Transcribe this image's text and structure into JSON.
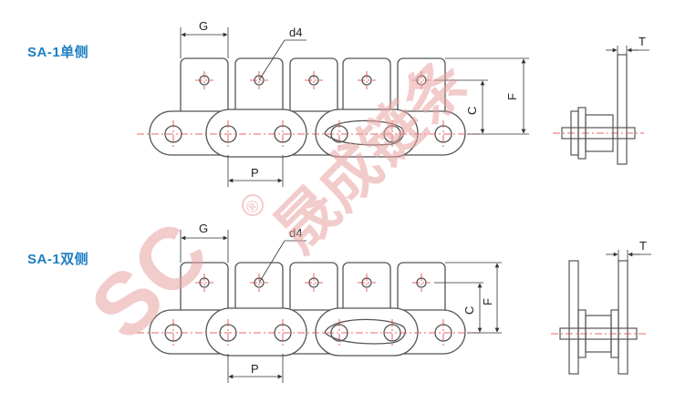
{
  "sections": {
    "single": {
      "title": "SA-1单侧"
    },
    "double": {
      "title": "SA-1双侧"
    }
  },
  "dims": {
    "G": "G",
    "d4": "d4",
    "P": "P",
    "C": "C",
    "F": "F",
    "T": "T"
  },
  "watermark": {
    "text": "晟成链条",
    "logo": "SC",
    "mark": "®"
  },
  "colors": {
    "title": "#1e7fc2",
    "outline": "#555555",
    "centerline": "#e03a3a",
    "watermark": "#e8a0a0"
  }
}
